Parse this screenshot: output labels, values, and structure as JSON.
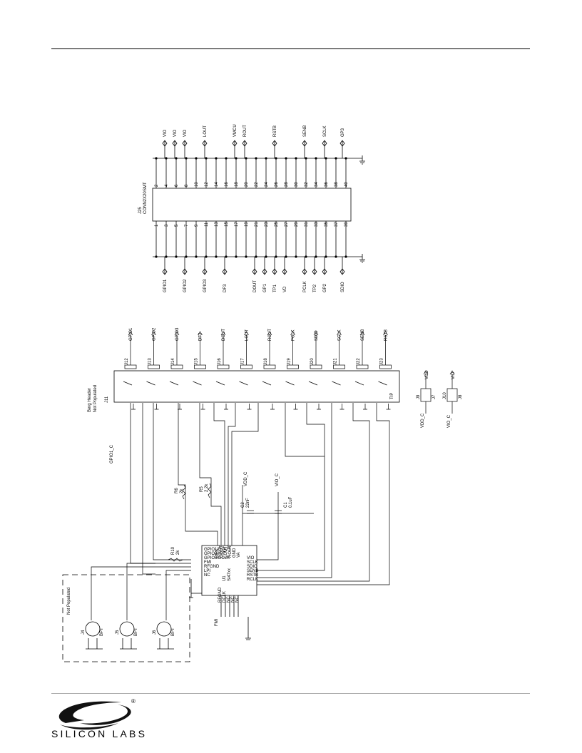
{
  "j25": {
    "ref": "J25",
    "part": "CONN2X20",
    "part2": "SMT",
    "top_pins": [
      "2",
      "4",
      "6",
      "8",
      "10",
      "12",
      "14",
      "16",
      "18",
      "20",
      "22",
      "24",
      "26",
      "28",
      "30",
      "32",
      "34",
      "36",
      "38",
      "40"
    ],
    "bottom_pins": [
      "1",
      "3",
      "5",
      "7",
      "9",
      "11",
      "13",
      "15",
      "17",
      "19",
      "21",
      "23",
      "25",
      "27",
      "29",
      "31",
      "33",
      "35",
      "37",
      "39"
    ],
    "top_nets": [
      "VIO",
      "VIO",
      "VIO",
      "LOUT",
      "VMCU",
      "ROUT",
      "RSTB",
      "SENB",
      "SCLK",
      "GP3"
    ],
    "bottom_nets": [
      "GPIO1",
      "GPIO2",
      "GPIO3",
      "DF3",
      "DOUT",
      "GP1",
      "TP1",
      "VD",
      "PCLK",
      "TP2",
      "GP2",
      "SDIO"
    ]
  },
  "j11": {
    "ref": "J11",
    "title": "Berg Header",
    "subtitle": "Not Populated",
    "jumpers": [
      "J12",
      "J13",
      "J14",
      "J15",
      "J16",
      "J17",
      "J18",
      "J19",
      "J20",
      "J21",
      "J22",
      "J23"
    ],
    "nets": [
      "GPIO1",
      "GPIO2",
      "GPIO3",
      "DF3",
      "DOUT",
      "LOUT",
      "ROUT",
      "PCLK",
      "SDIO",
      "SCLK",
      "SENB",
      "RSTB"
    ],
    "gnd_label": "TIP"
  },
  "passives": {
    "net_gpio1c": "GPIO1_C",
    "r6": {
      "ref": "R6",
      "value": "2k"
    },
    "r5": {
      "ref": "R5",
      "value": "2.2k"
    },
    "r10": {
      "ref": "R10",
      "value": "2k"
    },
    "c2": {
      "ref": "C2",
      "value": "22nF"
    },
    "c1": {
      "ref": "C1",
      "value": "0.1uF"
    },
    "vdd_c": "VDD_C",
    "vio_c": "VIO_C"
  },
  "u1": {
    "ref": "U1",
    "part": "Si47xx",
    "pins_left": [
      "GPIO1/DOUT",
      "GPIO2/INT",
      "GPIO3/DCLK",
      "FMI",
      "RFGND",
      "LPI",
      "NC"
    ],
    "pins_top": [
      "DFS",
      "DOUT",
      "LOUT",
      "ROUT",
      "GND",
      "VA"
    ],
    "pins_right": [
      "VIO",
      "SCLK",
      "SDIO",
      "SENB",
      "RSTB",
      "RCLK"
    ],
    "pins_bottom": [
      "RFGND",
      "DCLK",
      "NC",
      "NC",
      "NC"
    ],
    "rf_net": "FMI"
  },
  "jacks": {
    "title": "Not Populated",
    "items": [
      {
        "ref": "J4",
        "label": "BPT"
      },
      {
        "ref": "J5",
        "label": "BPT"
      },
      {
        "ref": "J6",
        "label": "BPT"
      }
    ]
  },
  "supply_jumpers": [
    {
      "ref": "J9",
      "net_in": "VDD",
      "net_out": "VDD_C",
      "sub": "J7"
    },
    {
      "ref": "J10",
      "net_in": "VIO",
      "net_out": "VIO_C",
      "sub": "J8"
    }
  ],
  "footer": {
    "company": "SILICON LABS",
    "mark": "®"
  }
}
